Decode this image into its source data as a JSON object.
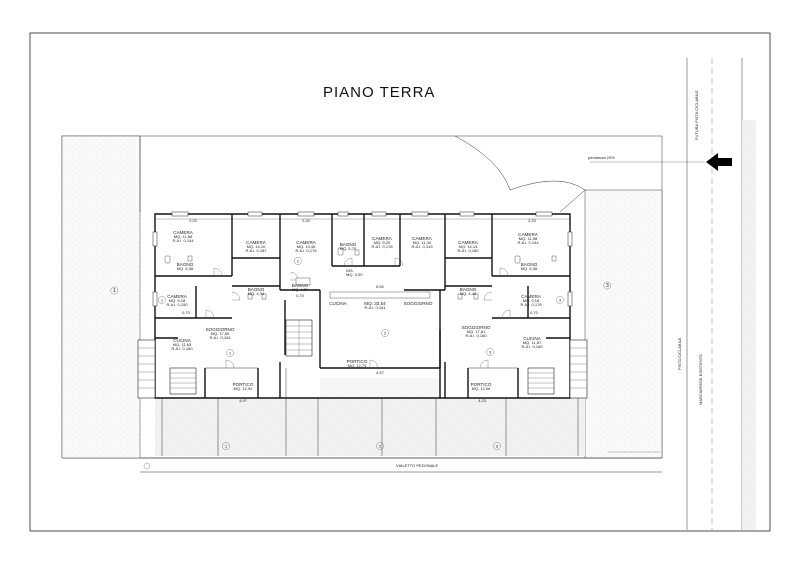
{
  "title": "PIANO TERRA",
  "labels": {
    "pendenza": "pendenza 20%",
    "futura_pista": "FUTURA PISTA CICLABILE",
    "pista": "PISTA CICLABILE",
    "marciapiede": "MARCIAPIEDE ESISTENTE",
    "vialetto": "VIALETTO PEDONALE"
  },
  "rooms": [
    {
      "name": "CAMERA",
      "mq": "MQ. 11,58",
      "ral": "R.A.I. 0,144"
    },
    {
      "name": "CAMERA",
      "mq": "MQ. 14,10",
      "ral": "R.A.I. 0,187"
    },
    {
      "name": "CAMERA",
      "mq": "MQ. 13,46",
      "ral": "R.A.I. 0,176"
    },
    {
      "name": "BAGNO",
      "mq": "MQ. 5,70",
      "ral": ""
    },
    {
      "name": "CAMERA",
      "mq": "MQ. 9,20",
      "ral": "R.A.I. 0,178"
    },
    {
      "name": "CAMERA",
      "mq": "MQ. 11,34",
      "ral": "R.A.I. 0,143"
    },
    {
      "name": "CAMERA",
      "mq": "MQ. 14,14",
      "ral": "R.A.I. 0,180"
    },
    {
      "name": "CAMERA",
      "mq": "MQ. 11,58",
      "ral": "R.A.I. 0,144"
    },
    {
      "name": "BAGNO",
      "mq": "MQ. 6,36",
      "ral": ""
    },
    {
      "name": "BAGNO",
      "mq": "MQ. 6,36",
      "ral": ""
    },
    {
      "name": "DIS.",
      "mq": "MQ. 3,00",
      "ral": ""
    },
    {
      "name": "CAMERA",
      "mq": "MQ. 9,18",
      "ral": "R.A.I. 0,150"
    },
    {
      "name": "BAGNO",
      "mq": "MQ. 4,34",
      "ral": ""
    },
    {
      "name": "BAGNO",
      "mq": "MQ. 4,50",
      "ral": ""
    },
    {
      "name": "CUCINA",
      "mq": "",
      "ral": ""
    },
    {
      "name": "MQ. 33,54",
      "mq": "R.A.I. 0,161",
      "ral": ""
    },
    {
      "name": "SOGGIORNO",
      "mq": "",
      "ral": ""
    },
    {
      "name": "BAGNO",
      "mq": "MQ. 4,40",
      "ral": ""
    },
    {
      "name": "CAMERA",
      "mq": "MQ. 9,18",
      "ral": "R.A.I. 0,176"
    },
    {
      "name": "SOGGIORNO",
      "mq": "MQ. 17,50",
      "ral": "R.A.I. 0,164"
    },
    {
      "name": "CUCINA",
      "mq": "MQ. 11,63",
      "ral": "R.A.I. 0,160"
    },
    {
      "name": "SOGGIORNO",
      "mq": "MQ. 17,81",
      "ral": "R.A.I. 0,160"
    },
    {
      "name": "CUCINA",
      "mq": "MQ. 11,57",
      "ral": "R.A.I. 0,160"
    },
    {
      "name": "PORTICO",
      "mq": "MQ. 12,92",
      "ral": ""
    },
    {
      "name": "PORTICO",
      "mq": "MQ. 12,79",
      "ral": ""
    },
    {
      "name": "PORTICO",
      "mq": "MQ. 12,06",
      "ral": ""
    }
  ],
  "unit_markers": [
    "1",
    "1",
    "2",
    "2",
    "3",
    "3",
    "1",
    "2",
    "3"
  ],
  "garden_markers": [
    "1",
    "3"
  ],
  "dims": [
    "4,97",
    "4,57",
    "4,23",
    "6,50",
    "2,20",
    "2,20",
    "2,20",
    "0,70",
    "0,70",
    "0,70"
  ]
}
